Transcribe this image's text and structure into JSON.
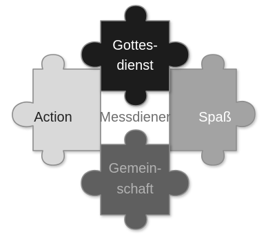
{
  "diagram": {
    "center": {
      "label": "Messdiener",
      "fill": "#ffffff",
      "text_color": "#6e6e6e"
    },
    "top": {
      "lines": [
        "Gottes-",
        "dienst"
      ],
      "fill": "#1f1f1f",
      "text_color": "#ffffff"
    },
    "left": {
      "label": "Action",
      "fill": "#d9d9d9",
      "text_color": "#222222"
    },
    "right": {
      "label": "Spaß",
      "fill": "#a3a3a3",
      "text_color": "#ffffff"
    },
    "bottom": {
      "lines": [
        "Gemein-",
        "schaft"
      ],
      "fill": "#5f5f5f",
      "text_color": "#b2b2b2"
    }
  }
}
